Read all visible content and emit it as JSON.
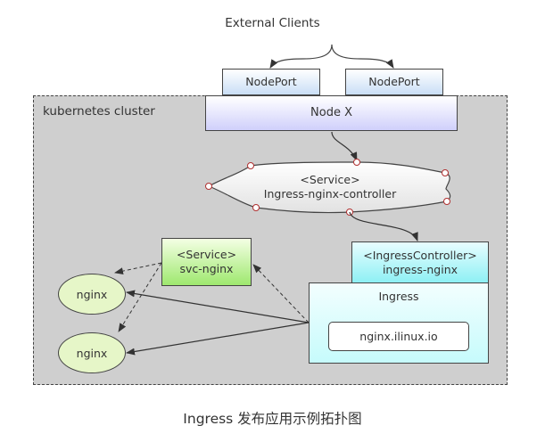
{
  "diagram": {
    "external_clients": "External Clients",
    "nodeports": [
      "NodePort",
      "NodePort"
    ],
    "node": "Node X",
    "cluster_label": "kubernetes cluster",
    "controller_service": {
      "stereotype": "<Service>",
      "name": "Ingress-nginx-controller"
    },
    "ingress_controller": {
      "stereotype": "<IngressController>",
      "name": "ingress-nginx"
    },
    "ingress": {
      "label": "Ingress",
      "host": "nginx.ilinux.io"
    },
    "svc": {
      "stereotype": "<Service>",
      "name": "svc-nginx"
    },
    "pods": [
      "nginx",
      "nginx"
    ]
  },
  "caption": "Ingress 发布应用示例拓扑图",
  "colors": {
    "cluster_bg": "#cfcfcf",
    "nodeport_fill": "#c9def6",
    "node_fill": "#d0d0fb",
    "svc_fill": "#9ee86e",
    "controller_fill": "#8ef0f4",
    "pod_fill": "#e6f6c8"
  }
}
